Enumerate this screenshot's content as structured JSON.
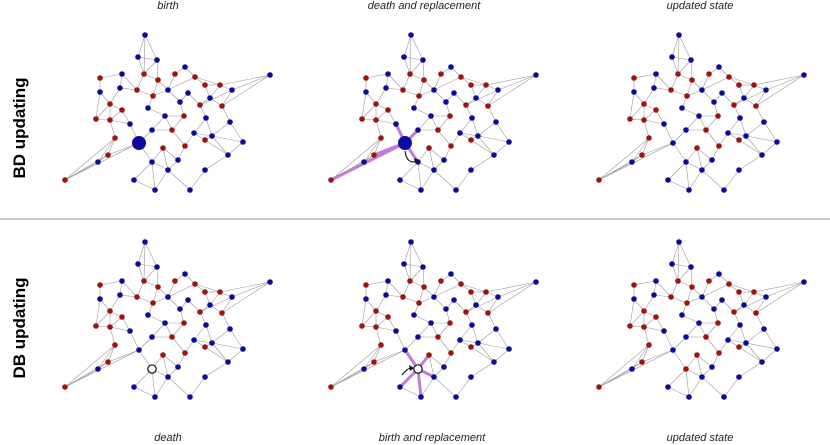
{
  "columns_top": [
    "birth",
    "death and replacement",
    "updated state"
  ],
  "columns_bottom": [
    "death",
    "birth and replacement",
    "updated state"
  ],
  "rows": [
    "BD updating",
    "DB updating"
  ],
  "colors": {
    "red": "#a51010",
    "blue": "#0b0b9e",
    "highlight": "#c27bd6",
    "edge": "#9a9a9a"
  }
}
